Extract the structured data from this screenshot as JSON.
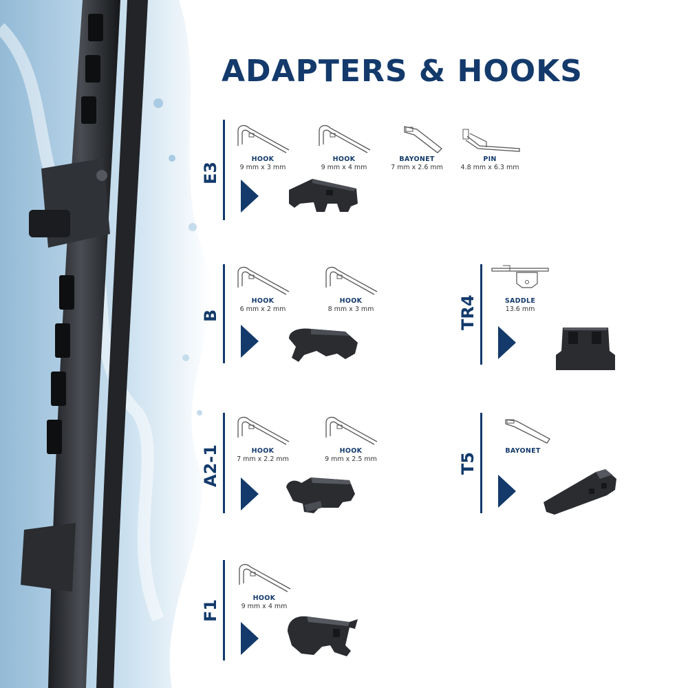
{
  "title": "ADAPTERS & HOOKS",
  "colors": {
    "accent": "#133a6b",
    "dark_part": "#2a2c30"
  },
  "groups": {
    "e3": {
      "label": "E3",
      "items": [
        {
          "name": "HOOK",
          "dim": "9 mm x 3 mm",
          "icon": "hook-icon"
        },
        {
          "name": "HOOK",
          "dim": "9 mm x 4 mm",
          "icon": "hook-icon"
        },
        {
          "name": "BAYONET",
          "dim": "7 mm x 2.6 mm",
          "icon": "bayonet-icon"
        },
        {
          "name": "PIN",
          "dim": "4.8 mm x 6.3 mm",
          "icon": "pin-icon"
        }
      ]
    },
    "b": {
      "label": "B",
      "items": [
        {
          "name": "HOOK",
          "dim": "6 mm x 2 mm",
          "icon": "hook-icon"
        },
        {
          "name": "HOOK",
          "dim": "8 mm x 3 mm",
          "icon": "hook-icon"
        }
      ]
    },
    "tr4": {
      "label": "TR4",
      "items": [
        {
          "name": "SADDLE",
          "dim": "13.6 mm",
          "icon": "saddle-icon"
        }
      ]
    },
    "a21": {
      "label": "A2-1",
      "items": [
        {
          "name": "HOOK",
          "dim": "7 mm x 2.2 mm",
          "icon": "hook-icon"
        },
        {
          "name": "HOOK",
          "dim": "9 mm x 2.5 mm",
          "icon": "hook-icon"
        }
      ]
    },
    "t5": {
      "label": "T5",
      "items": [
        {
          "name": "BAYONET",
          "icon": "bayonet-icon"
        }
      ]
    },
    "f1": {
      "label": "F1",
      "items": [
        {
          "name": "HOOK",
          "dim": "9 mm x 4 mm",
          "icon": "hook-icon"
        }
      ]
    }
  }
}
